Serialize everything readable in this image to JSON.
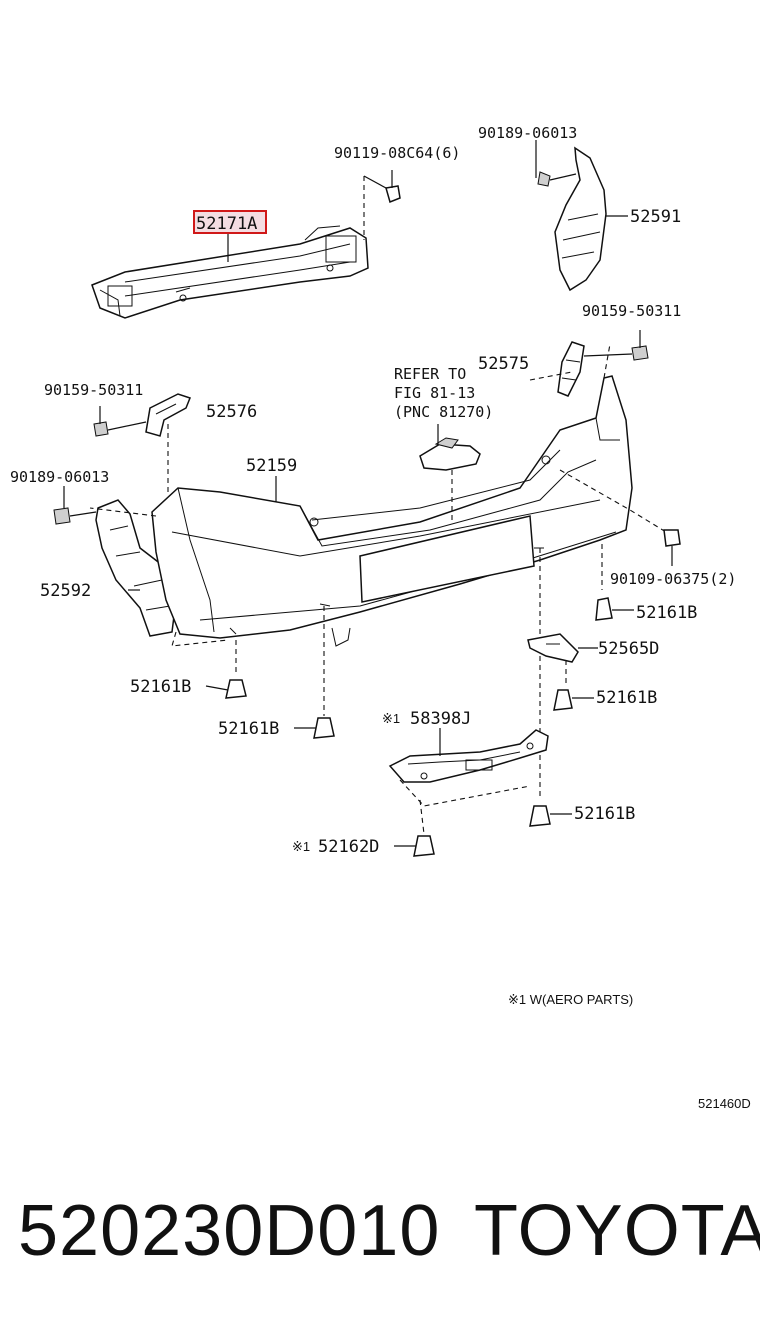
{
  "diagram": {
    "callouts": {
      "c_52171A": "52171A",
      "c_90119": "90119-08C64(6)",
      "c_90189_top": "90189-06013",
      "c_52591": "52591",
      "c_90159_right": "90159-50311",
      "c_52575": "52575",
      "c_refer_1": "REFER TO",
      "c_refer_2": "FIG 81-13",
      "c_refer_3": "(PNC 81270)",
      "c_90159_left": "90159-50311",
      "c_52576": "52576",
      "c_90189_left": "90189-06013",
      "c_52159": "52159",
      "c_90109": "90109-06375(2)",
      "c_52592": "52592",
      "c_52161B_1": "52161B",
      "c_52565D": "52565D",
      "c_52161B_2": "52161B",
      "c_52161B_3": "52161B",
      "c_52161B_4": "52161B",
      "c_58398J": "58398J",
      "c_52161B_5": "52161B",
      "c_52162D": "52162D",
      "mark_1": "※1",
      "mark_2": "※1"
    },
    "note": "※1 W(AERO PARTS)",
    "figure_code": "521460D",
    "highlighted_part": "52171A"
  },
  "footer": {
    "part_number": "520230D010",
    "brand": "TOYOTA"
  },
  "colors": {
    "highlight_border": "#d01818",
    "highlight_fill": "#f4dde2",
    "ink": "#111111"
  }
}
